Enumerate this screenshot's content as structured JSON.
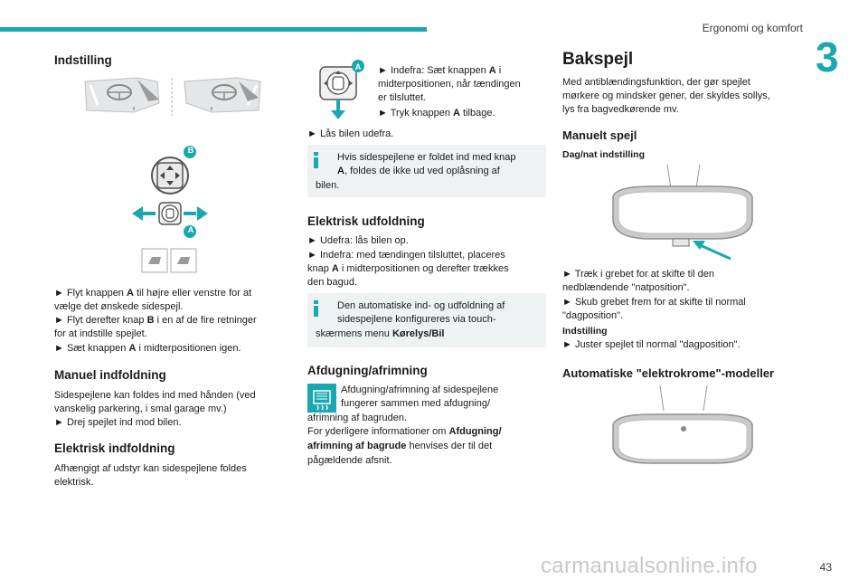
{
  "colors": {
    "accent": "#1aa8b0",
    "arrow": "#3aa4b0"
  },
  "header": {
    "chapter_title": "Ergonomi og komfort",
    "chapter_number": "3"
  },
  "footer": {
    "page_number": "43",
    "watermark": "carmanualsonline.info"
  },
  "col1": {
    "h_setting": "Indstilling",
    "button_labels": {
      "b": "B",
      "a": "A"
    },
    "bullets": {
      "b1_pre": "► Flyt knappen ",
      "b1_bold": "A",
      "b1_post": " til højre eller venstre for at",
      "b1_line2": "vælge det ønskede sidespejl.",
      "b2_pre": "► Flyt derefter knap ",
      "b2_bold": "B",
      "b2_post": " i en af de fire retninger",
      "b2_line2": "for at indstille spejlet.",
      "b3_pre": "► Sæt knappen ",
      "b3_bold": "A",
      "b3_post": " i midterpositionen igen."
    },
    "h_manual_fold": "Manuel indfoldning",
    "manual_fold_l1": "Sidespejlene kan foldes ind med hånden (ved",
    "manual_fold_l2": "vanskelig parkering, i smal garage mv.)",
    "manual_fold_l3": "► Drej spejlet ind mod bilen.",
    "h_electric_fold": "Elektrisk indfoldning",
    "electric_fold_l1": "Afhængigt af udstyr kan sidespejlene foldes",
    "electric_fold_l2": "elektrisk."
  },
  "col2": {
    "button_label": "A",
    "step1_pre": "► Indefra: Sæt knappen ",
    "step1_bold": "A",
    "step1_post": " i",
    "step1_l2": "midterpositionen, når tændingen",
    "step1_l3": "er tilsluttet.",
    "step2_pre": "► Tryk knappen ",
    "step2_bold": "A",
    "step2_post": " tilbage.",
    "lock": "► Lås bilen udefra.",
    "info1_l1": "Hvis sidespejlene er foldet ind med knap",
    "info1_l2_bold": "A",
    "info1_l2_post": ", foldes de ikke ud ved oplåsning af",
    "info1_l3": "bilen.",
    "h_electric_unfold": "Elektrisk udfoldning",
    "unfold_l1": "► Udefra: lås bilen op.",
    "unfold_l2": "► Indefra: med tændingen tilsluttet, placeres",
    "unfold_l3_pre": "knap ",
    "unfold_l3_bold": "A",
    "unfold_l3_post": " i midterpositionen og derefter trækkes",
    "unfold_l4": "den bagud.",
    "info2_l1": "Den automatiske ind- og udfoldning af",
    "info2_l2": "sidespejlene konfigureres via touch-",
    "info2_l3_pre": "skærmens menu ",
    "info2_l3_bold": "Kørelys/Bil",
    "h_defog": "Afdugning/afrimning",
    "defog_l1": "Afdugning/afrimning af sidespejlene",
    "defog_l2": "fungerer sammen med afdugning/",
    "defog_l3": "afrimning af bagruden.",
    "defog_l4_pre": "For yderligere informationer om ",
    "defog_l4_bold": "Afdugning/",
    "defog_l5_bold": "afrimning af bagrude",
    "defog_l5_post": " henvises der til det",
    "defog_l6": "pågældende afsnit."
  },
  "col3": {
    "h_rearview": "Bakspejl",
    "intro_l1": "Med antiblændingsfunktion, der gør spejlet",
    "intro_l2": "mørkere og mindsker gener, der skyldes sollys,",
    "intro_l3": "lys fra bagvedkørende mv.",
    "h_manual_mirror": "Manuelt spejl",
    "sub_daynight": "Dag/nat indstilling",
    "b1_l1": "► Træk i grebet for at skifte til den",
    "b1_l2": "nedblændende \"natposition\".",
    "b2_l1": "► Skub grebet frem for at skifte til normal",
    "b2_l2": "\"dagposition\".",
    "sub_setting": "Indstilling",
    "b3": "► Juster spejlet til normal \"dagposition\".",
    "h_auto": "Automatiske \"elektrokrome\"-modeller"
  }
}
